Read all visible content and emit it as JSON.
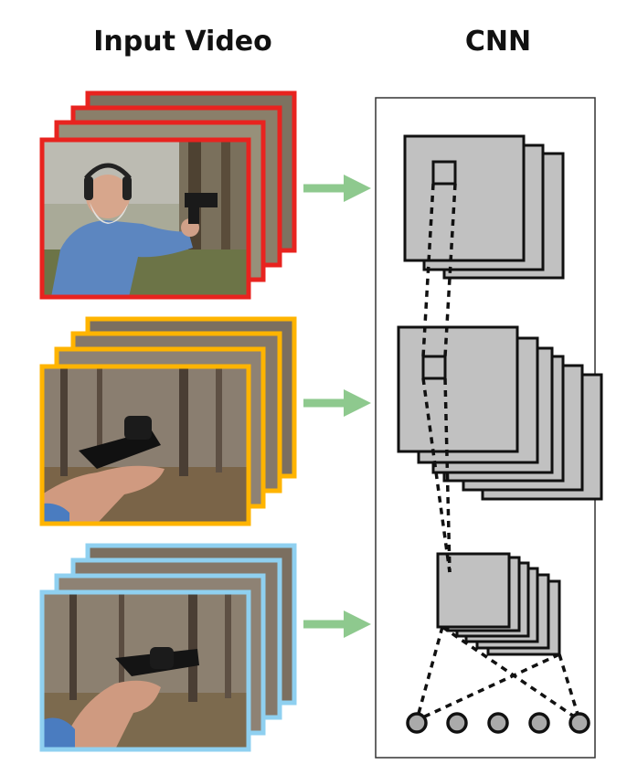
{
  "header": {
    "input_title": "Input Video",
    "cnn_title": "CNN"
  },
  "colors": {
    "group_top": "#e8231f",
    "group_middle": "#ffb400",
    "group_bottom": "#8fd0f0",
    "arrow": "#8ec98e",
    "layer_fill": "#c1c1c1",
    "neuron_fill": "#aaaaaa"
  },
  "frame_groups": [
    {
      "id": "top",
      "scene": "man-shooting-revolver",
      "frames": 4
    },
    {
      "id": "middle",
      "scene": "hands-holding-revolver-woods",
      "frames": 4
    },
    {
      "id": "bottom",
      "scene": "hand-holding-revolver-woods",
      "frames": 4
    }
  ],
  "cnn": {
    "layers": [
      {
        "id": "layer-1",
        "maps": 3
      },
      {
        "id": "layer-2",
        "maps": 6
      },
      {
        "id": "layer-3",
        "maps": 6
      }
    ],
    "output_nodes": 5
  }
}
